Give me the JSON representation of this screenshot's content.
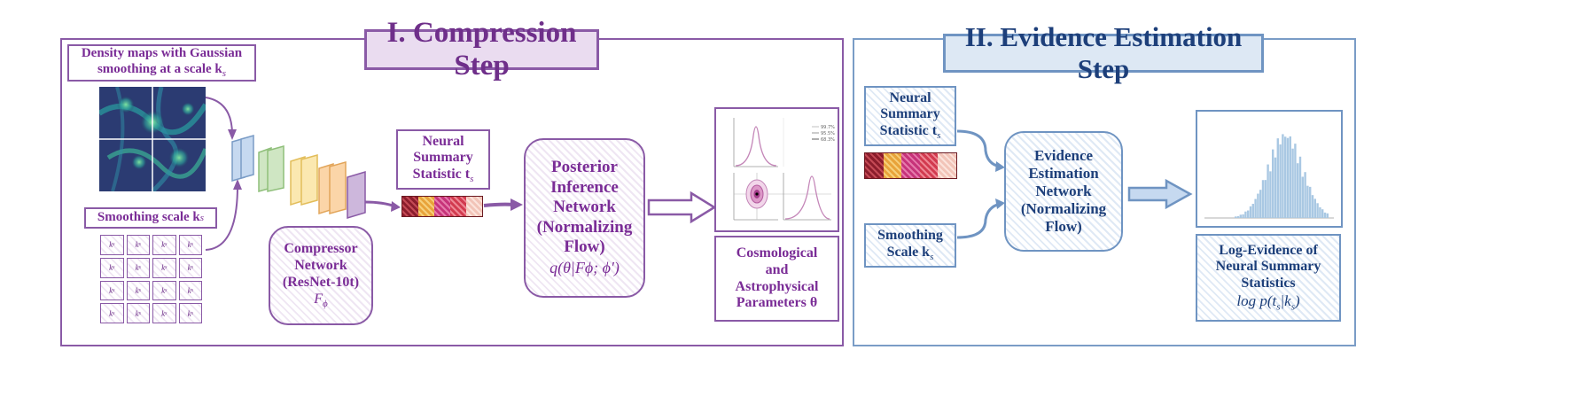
{
  "compression": {
    "title": "I. Compression Step",
    "density_label_l1": "Density maps with Gaussian",
    "density_label_l2": "smoothing at a scale k",
    "density_label_sub": "s",
    "smoothing_label": "Smoothing scale k",
    "smoothing_label_sub": "s",
    "grid_cell_text": "k",
    "grid_cell_sub": "s",
    "compressor_l1": "Compressor",
    "compressor_l2": "Network",
    "compressor_l3": "(ResNet-10t)",
    "compressor_sym": "F",
    "compressor_sym_sub": "ϕ",
    "nss_l1": "Neural",
    "nss_l2": "Summary",
    "nss_l3": "Statistic t",
    "nss_sub": "s",
    "posterior_l1": "Posterior",
    "posterior_l2": "Inference",
    "posterior_l3": "Network",
    "posterior_l4": "(Normalizing",
    "posterior_l5": "Flow)",
    "posterior_formula": "q(θ|Fϕ; ϕ′)",
    "params_l1": "Cosmological",
    "params_l2": "and",
    "params_l3": "Astrophysical",
    "params_l4": "Parameters θ",
    "legend": [
      "99.7%",
      "95.5%",
      "68.3%"
    ]
  },
  "evidence": {
    "title": "II. Evidence Estimation Step",
    "nss_l1": "Neural",
    "nss_l2": "Summary",
    "nss_l3": "Statistic t",
    "nss_sub": "s",
    "smooth_l1": "Smoothing",
    "smooth_l2": "Scale k",
    "smooth_sub": "s",
    "network_l1": "Evidence",
    "network_l2": "Estimation",
    "network_l3": "Network",
    "network_l4": "(Normalizing",
    "network_l5": "Flow)",
    "output_l1": "Log-Evidence of",
    "output_l2": "Neural Summary",
    "output_l3": "Statistics",
    "output_formula": "log p(t",
    "output_formula_sub": "s",
    "output_formula_end": "|k",
    "output_formula_sub2": "s",
    "output_formula_close": ")"
  },
  "colors": {
    "purple": "#7a2c96",
    "blue": "#1d3f7a",
    "bars": [
      "#8b1d2c",
      "#e8a33a",
      "#c7337a",
      "#d23b4f",
      "#f2c4b8"
    ]
  }
}
